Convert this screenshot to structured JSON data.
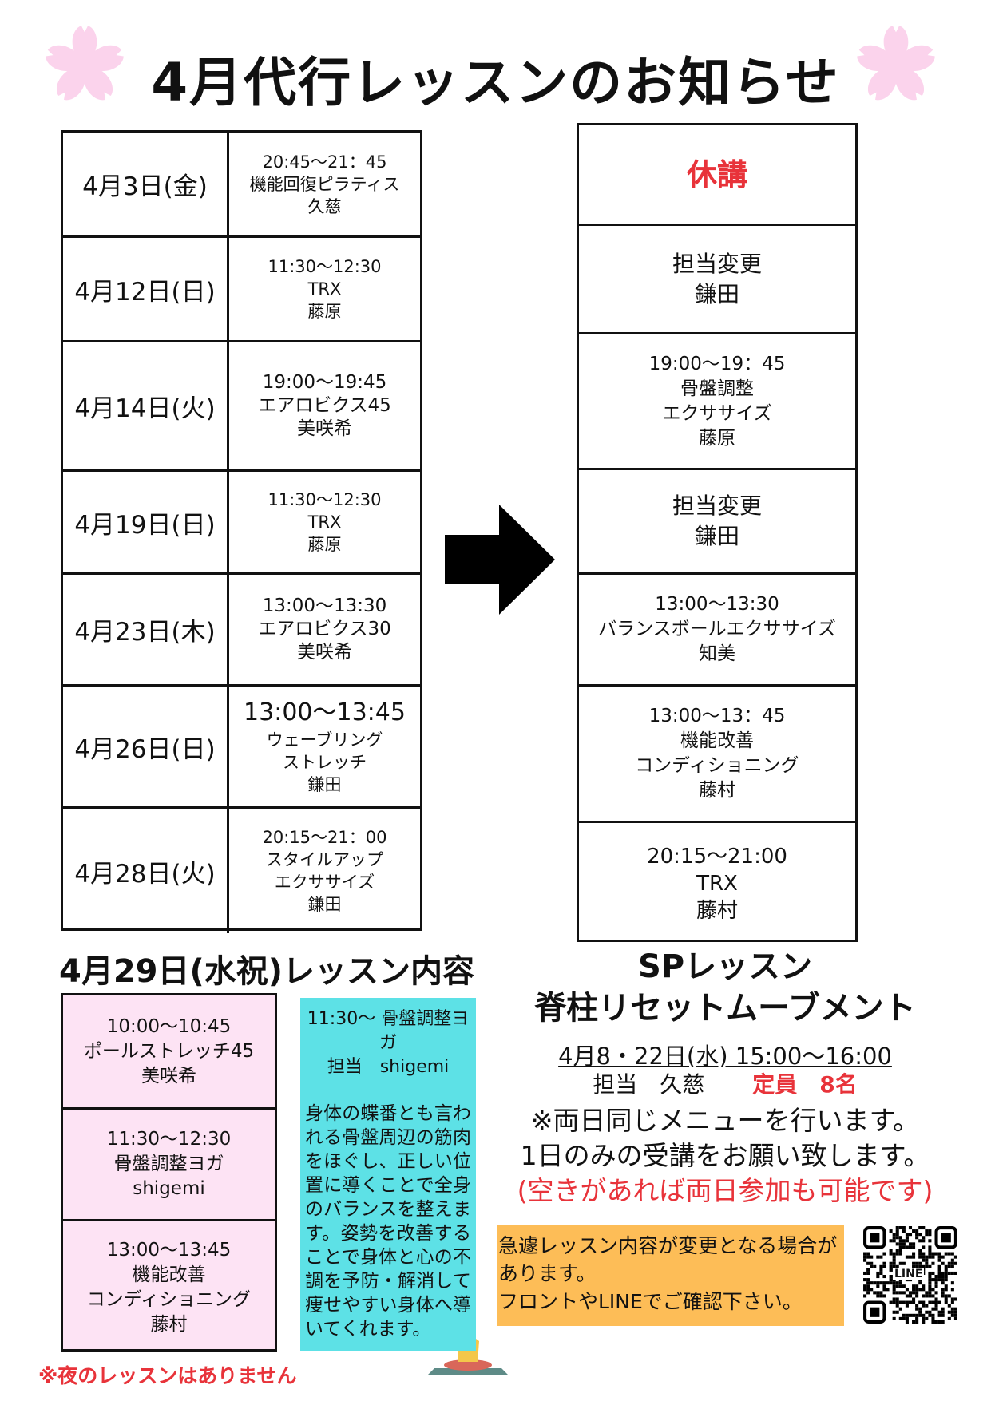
{
  "title": "4月代行レッスンのお知らせ",
  "original": [
    {
      "date": "4月3日(金)",
      "lines": [
        "20:45～21：45",
        "機能回復ピラティス",
        "久慈"
      ]
    },
    {
      "date": "4月12日(日)",
      "lines": [
        "11:30～12:30",
        "TRX",
        "藤原"
      ]
    },
    {
      "date": "4月14日(火)",
      "lines": [
        "19:00～19:45",
        "エアロビクス45",
        "美咲希"
      ]
    },
    {
      "date": "4月19日(日)",
      "lines": [
        "11:30～12:30",
        "TRX",
        "藤原"
      ]
    },
    {
      "date": "4月23日(木)",
      "lines": [
        "13:00～13:30",
        "エアロビクス30",
        "美咲希"
      ]
    },
    {
      "date": "4月26日(日)",
      "lines": [
        "13:00～13:45",
        "ウェーブリング",
        "ストレッチ",
        "鎌田"
      ]
    },
    {
      "date": "4月28日(火)",
      "lines": [
        "20:15～21：00",
        "スタイルアップ",
        "エクササイズ",
        "鎌田"
      ]
    }
  ],
  "changes": [
    {
      "lines": [
        "休講"
      ]
    },
    {
      "lines": [
        "担当変更",
        "鎌田"
      ]
    },
    {
      "lines": [
        "19:00～19：45",
        "骨盤調整",
        "エクササイズ",
        "藤原"
      ]
    },
    {
      "lines": [
        "担当変更",
        "鎌田"
      ]
    },
    {
      "lines": [
        "13:00～13:30",
        "バランスボールエクササイズ",
        "知美"
      ]
    },
    {
      "lines": [
        "13:00～13：45",
        "機能改善",
        "コンディショニング",
        "藤村"
      ]
    },
    {
      "lines": [
        "20:15～21:00",
        "TRX",
        "藤村"
      ]
    }
  ],
  "holiday": {
    "heading": "4月29日(水祝)レッスン内容",
    "rows": [
      {
        "lines": [
          "10:00～10:45",
          "ポールストレッチ45",
          "美咲希"
        ]
      },
      {
        "lines": [
          "11:30～12:30",
          "骨盤調整ヨガ",
          "shigemi"
        ]
      },
      {
        "lines": [
          "13:00～13:45",
          "機能改善",
          "コンディショニング",
          "藤村"
        ]
      }
    ],
    "note": "※夜のレッスンはありません",
    "info_title": "11:30～ 骨盤調整ヨガ",
    "info_staff": "担当　shigemi",
    "info_body": "身体の蝶番とも言われる骨盤周辺の筋肉をほぐし、正しい位置に導くことで全身のバランスを整えます。姿勢を改善することで身体と心の不調を予防・解消して痩せやすい身体へ導いてくれます。"
  },
  "sp": {
    "title1": "SPレッスン",
    "title2": "脊柱リセットムーブメント",
    "schedule": "4月8・22日(水) 15:00～16:00",
    "staff": "担当　久慈",
    "capacity": "定員　8名",
    "note1": "※両日同じメニューを行います。",
    "note2": "1日のみの受講をお願い致します。",
    "note3": "(空きがあれば両日参加も可能です)"
  },
  "notice": {
    "line1": "急遽レッスン内容が変更となる場合があります。",
    "line2": "フロントやLINEでご確認下さい。"
  },
  "qr_label": "LINE",
  "colors": {
    "red": "#e8333a",
    "pink": "#fde3f4",
    "cyan": "#5de1e6",
    "orange": "#fdbd57",
    "sakura": "#fbd3ec"
  }
}
